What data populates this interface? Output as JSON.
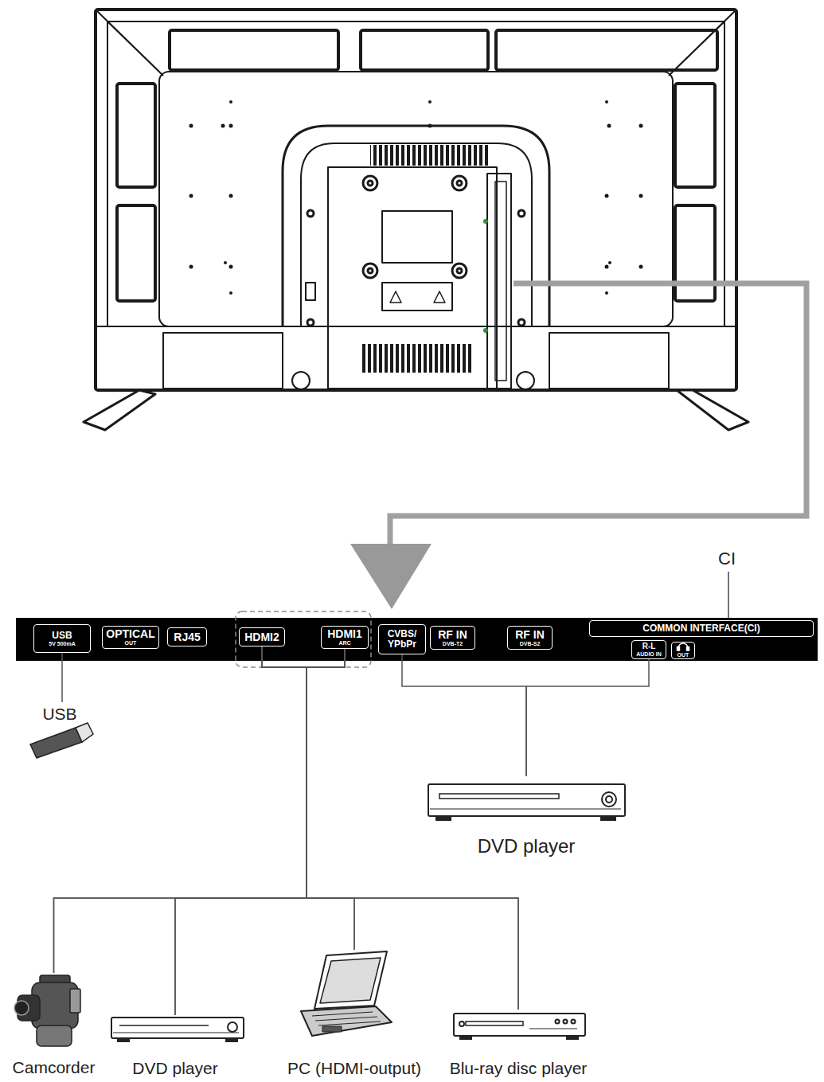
{
  "diagram": {
    "nodes": [
      {
        "text": [
          "USB",
          "5V 500mA"
        ]
      },
      {
        "text": [
          "OPTICAL",
          "OUT"
        ]
      },
      {
        "text": [
          "RJ45"
        ]
      },
      {
        "text": [
          "HDMI2"
        ]
      },
      {
        "text": [
          "HDMI1",
          "ARC"
        ]
      },
      {
        "text": [
          "CVBS/ YPbPr"
        ]
      },
      {
        "text": [
          "RF IN",
          "DVB-T2"
        ]
      },
      {
        "text": [
          "RF IN",
          "DVB-S2"
        ]
      },
      {
        "text": [
          "COMMON INTERFACE(CI)"
        ]
      },
      {
        "text": [
          "R-L",
          "AUDIO IN"
        ]
      },
      {
        "text": [
          "OUT"
        ]
      },
      {
        "text": [
          "USB"
        ]
      },
      {
        "text": [
          "DVD player"
        ]
      },
      {
        "text": [
          "Camcorder"
        ]
      },
      {
        "text": [
          "DVD player"
        ]
      },
      {
        "text": [
          "PC (HDMI-output)"
        ]
      },
      {
        "text": [
          "Blu-ray disc player"
        ]
      }
    ],
    "edges": [
      {
        "from": 0,
        "to": 11,
        "arrow": "none"
      },
      {
        "from": 3,
        "to": 13,
        "arrow": "none"
      },
      {
        "from": 3,
        "to": 14,
        "arrow": "none"
      },
      {
        "from": 3,
        "to": 15,
        "arrow": "none"
      },
      {
        "from": 3,
        "to": 16,
        "arrow": "none"
      },
      {
        "from": 4,
        "to": 13,
        "arrow": "none"
      },
      {
        "from": 4,
        "to": 14,
        "arrow": "none"
      },
      {
        "from": 4,
        "to": 15,
        "arrow": "none"
      },
      {
        "from": 4,
        "to": 16,
        "arrow": "none"
      },
      {
        "from": 5,
        "to": 12,
        "arrow": "none"
      },
      {
        "from": 9,
        "to": 12,
        "arrow": "none"
      }
    ],
    "labels": [
      "CI"
    ]
  }
}
